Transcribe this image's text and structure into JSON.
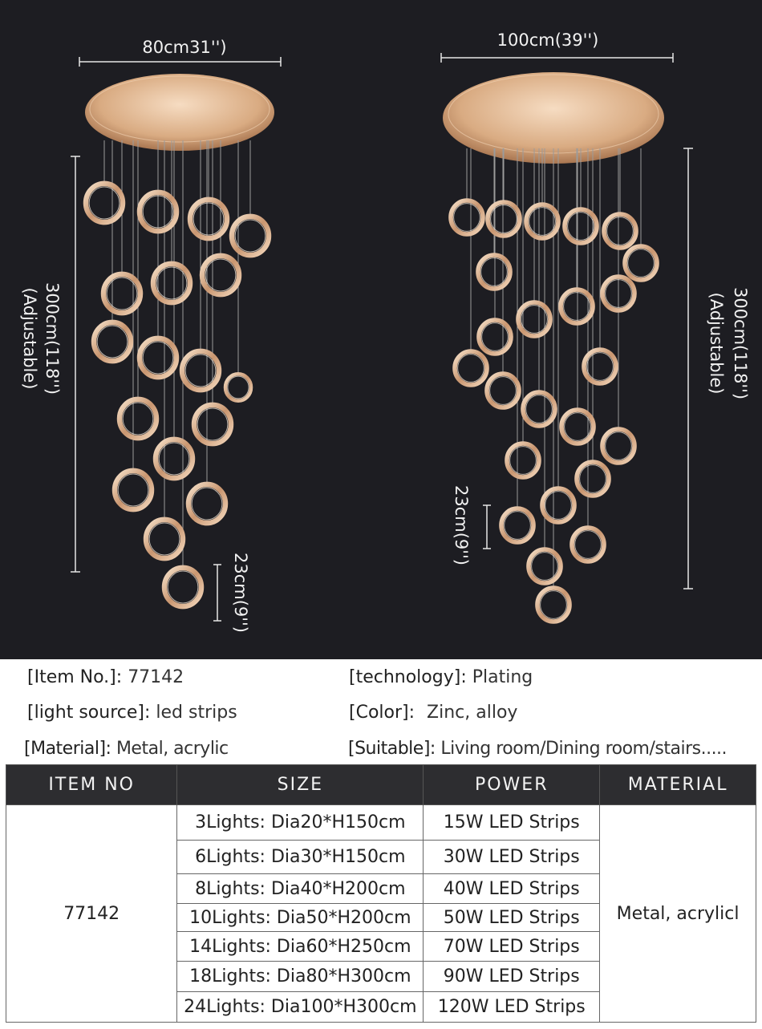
{
  "photo": {
    "left": {
      "width": "80cm31'')",
      "height_line1": "300cm(118'')",
      "height_line2": "(Adjustable)",
      "ring": "23cm(9'')"
    },
    "right": {
      "width": "100cm(39'')",
      "height_line1": "300cm(118'')",
      "height_line2": "(Adjustable)",
      "ring": "23cm(9'')"
    }
  },
  "specs": {
    "item_no_label": "[Item No.]:",
    "item_no_value": "77142",
    "technology_label": "[technology]:",
    "technology_value": "Plating",
    "light_source_label": "[light source]:",
    "light_source_value": "led strips",
    "color_label": "[Color]:",
    "color_value": "Zinc, alloy",
    "material_label": "[Material]:",
    "material_value": "Metal, acrylic",
    "suitable_label": "[Suitable]:",
    "suitable_value": "Living room/Dining room/stairs....."
  },
  "table": {
    "headers": [
      "ITEM NO",
      "SIZE",
      "POWER",
      "MATERIAL"
    ],
    "item_no": "77142",
    "material": "Metal, acrylicl",
    "rows": [
      {
        "size": "3Lights: Dia20*H150cm",
        "watt": "15W",
        "power": "LED Strips"
      },
      {
        "size": "6Lights: Dia30*H150cm",
        "watt": "30W",
        "power": "LED Strips"
      },
      {
        "size": "8Lights: Dia40*H200cm",
        "watt": "40W",
        "power": "LED Strips"
      },
      {
        "size": "10Lights: Dia50*H200cm",
        "watt": "50W",
        "power": "LED Strips"
      },
      {
        "size": "14Lights: Dia60*H250cm",
        "watt": "70W",
        "power": "LED Strips"
      },
      {
        "size": "18Lights: Dia80*H300cm",
        "watt": "90W",
        "power": "LED Strips"
      },
      {
        "size": "24Lights: Dia100*H300cm",
        "watt": "120W",
        "power": "LED Strips"
      }
    ]
  }
}
